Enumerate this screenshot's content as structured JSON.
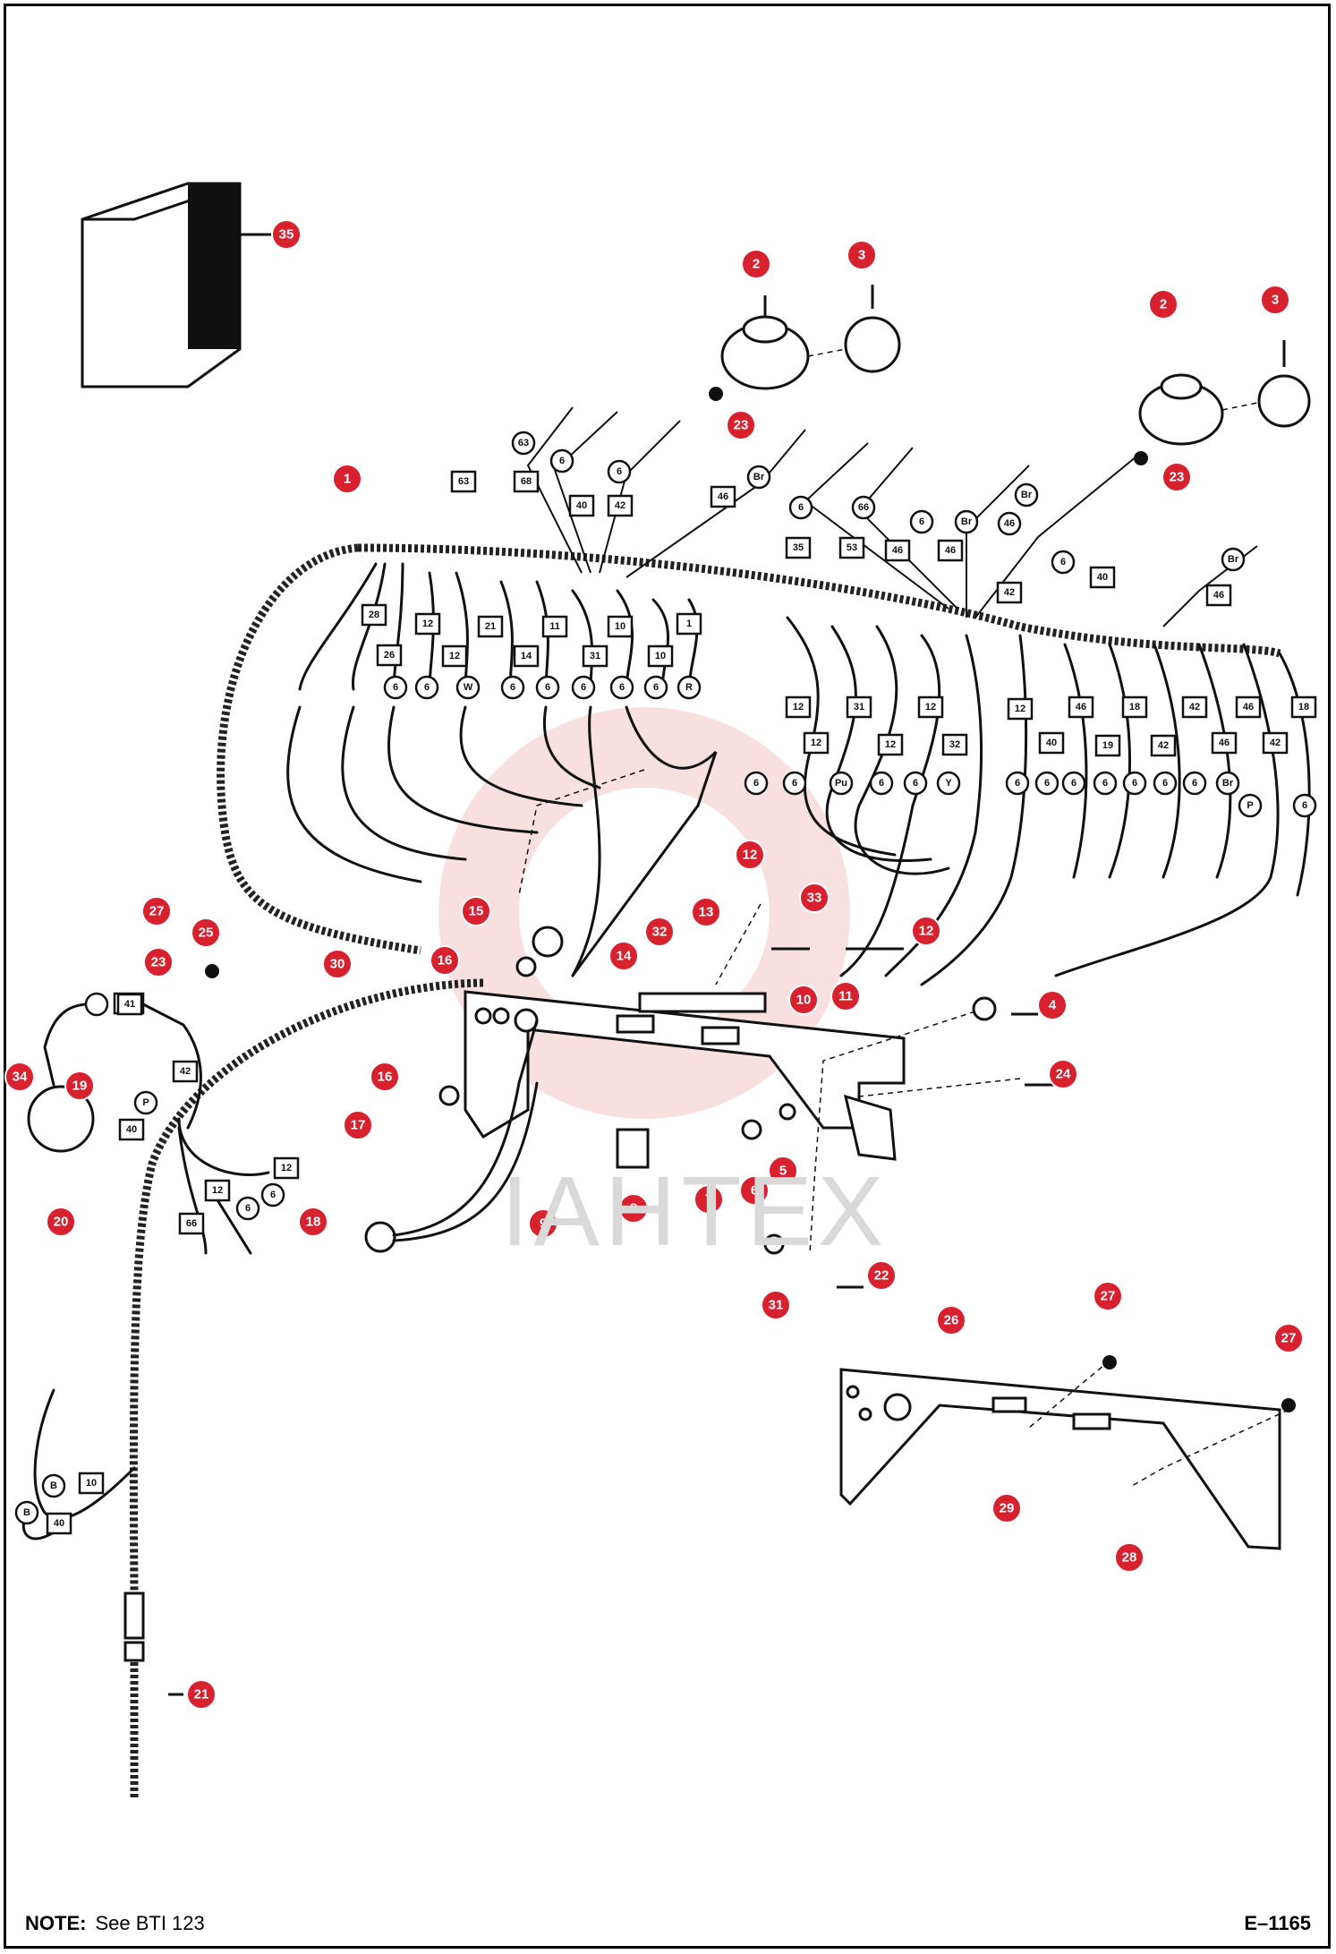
{
  "footer": {
    "note_label": "NOTE:",
    "note_text": "See BTI 123",
    "drawing_code": "E–1165"
  },
  "watermark": "IAHTEX",
  "colors": {
    "callout_fill": "#d8212f",
    "line": "#111111"
  },
  "callouts": {
    "c35": "35",
    "c2a": "2",
    "c3a": "3",
    "c2b": "2",
    "c3b": "3",
    "c23a": "23",
    "c23b": "23",
    "c1": "1",
    "c27a": "27",
    "c25": "25",
    "c23c": "23",
    "c30": "30",
    "c15": "15",
    "c16a": "16",
    "c12a": "12",
    "c33": "33",
    "c13": "13",
    "c32": "32",
    "c12b": "12",
    "c14": "14",
    "c10": "10",
    "c11": "11",
    "c4": "4",
    "c34": "34",
    "c19": "19",
    "c24": "24",
    "c16b": "16",
    "c17": "17",
    "c5": "5",
    "c6": "6",
    "c7": "7",
    "c8": "8",
    "c9": "9",
    "c18": "18",
    "c20": "20",
    "c22": "22",
    "c31": "31",
    "c26": "26",
    "c27b": "27",
    "c27c": "27",
    "c29": "29",
    "c28": "28",
    "c21": "21"
  },
  "wire_tags": {
    "top_boxes": [
      "63",
      "68",
      "40",
      "42",
      "46",
      "35",
      "53",
      "46",
      "46",
      "42",
      "40",
      "46"
    ],
    "top_circles": [
      "63",
      "6",
      "6",
      "Br",
      "6",
      "66",
      "6",
      "Br",
      "46",
      "Br",
      "6",
      "Br"
    ],
    "row1_boxes": [
      "28",
      "12",
      "21",
      "11",
      "10",
      "1"
    ],
    "row2_boxes": [
      "26",
      "12",
      "14",
      "31",
      "10"
    ],
    "row_left_circles": [
      "6",
      "6",
      "W",
      "6",
      "6",
      "6",
      "6",
      "6",
      "R"
    ],
    "right_boxes_top": [
      "12",
      "31",
      "12",
      "12",
      "46",
      "18",
      "42",
      "46",
      "18"
    ],
    "right_boxes_low": [
      "12",
      "12",
      "32",
      "40",
      "19",
      "42",
      "46",
      "42"
    ],
    "right_circles": [
      "6",
      "6",
      "Pu",
      "6",
      "6",
      "Y",
      "6",
      "6",
      "6",
      "6",
      "6",
      "6",
      "6",
      "Br",
      "P",
      "6"
    ],
    "left_cluster": [
      "41",
      "42",
      "40",
      "12",
      "12",
      "66",
      "40",
      "10"
    ],
    "left_circles": [
      "P",
      "6",
      "6",
      "B",
      "B"
    ]
  }
}
